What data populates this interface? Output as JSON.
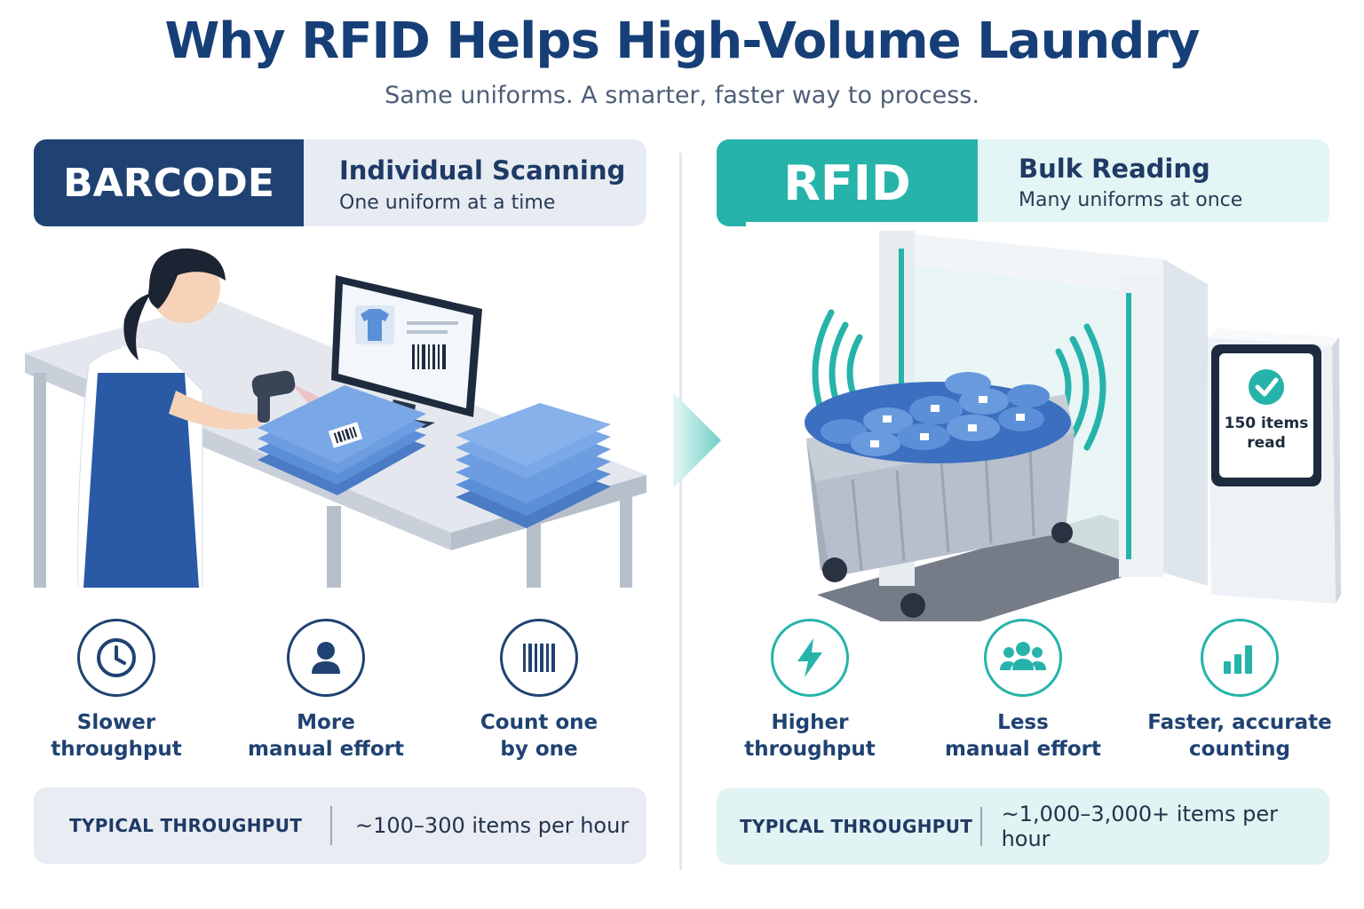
{
  "title": "Why RFID Helps High-Volume Laundry",
  "subtitle": "Same uniforms. A smarter, faster way to process.",
  "barcode": {
    "tag": "BARCODE",
    "heading": "Individual Scanning",
    "subheading": "One uniform at a time",
    "features": [
      {
        "label": "Slower\nthroughput",
        "icon": "clock-icon"
      },
      {
        "label": "More\nmanual effort",
        "icon": "person-icon"
      },
      {
        "label": "Count one\nby one",
        "icon": "barcode-icon"
      }
    ],
    "throughput_label": "TYPICAL THROUGHPUT",
    "throughput_value": "~100–300 items per hour"
  },
  "rfid": {
    "tag": "RFID",
    "heading": "Bulk Reading",
    "subheading": "Many uniforms at once",
    "reader_display": "150 items\nread",
    "features": [
      {
        "label": "Higher\nthroughput",
        "icon": "lightning-icon"
      },
      {
        "label": "Less\nmanual effort",
        "icon": "group-icon"
      },
      {
        "label": "Faster, accurate\ncounting",
        "icon": "bar-chart-icon"
      }
    ],
    "throughput_label": "TYPICAL THROUGHPUT",
    "throughput_value": "~1,000–3,000+ items per hour"
  },
  "colors": {
    "navy": "#1f4272",
    "teal": "#26b3aa",
    "title": "#173f77",
    "shirt": "#5b8fd8"
  }
}
